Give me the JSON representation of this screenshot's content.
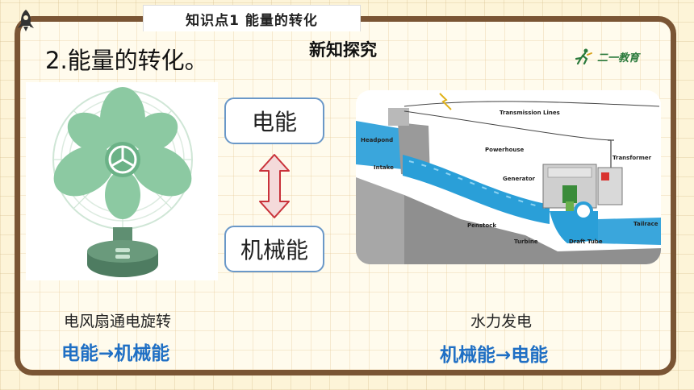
{
  "topic": {
    "label": "知识点1   能量的转化"
  },
  "heading": "2.能量的转化。",
  "subtitle": "新知探究",
  "logo": {
    "text": "二一教育"
  },
  "energy": {
    "top": "电能",
    "bottom": "机械能"
  },
  "hydro_labels": {
    "transmission": "Transmission Lines",
    "headpond": "Headpond",
    "intake": "Intake",
    "powerhouse": "Powerhouse",
    "generator": "Generator",
    "transformer": "Transformer",
    "penstock": "Penstock",
    "turbine": "Turbine",
    "draft_tube": "Draft Tube",
    "tailrace": "Tailrace"
  },
  "captions": {
    "left": "电风扇通电旋转",
    "right": "水力发电",
    "left_conversion": "电能→机械能",
    "right_conversion": "机械能→电能"
  },
  "colors": {
    "frame": "#7a5534",
    "accent_blue": "#1f6fc4",
    "fan_green": "#8cc9a2",
    "water": "#2a9fd8"
  },
  "icons": [
    "rocket-icon",
    "fan-illustration",
    "double-arrow-icon",
    "hydro-diagram",
    "runner-logo-icon"
  ]
}
